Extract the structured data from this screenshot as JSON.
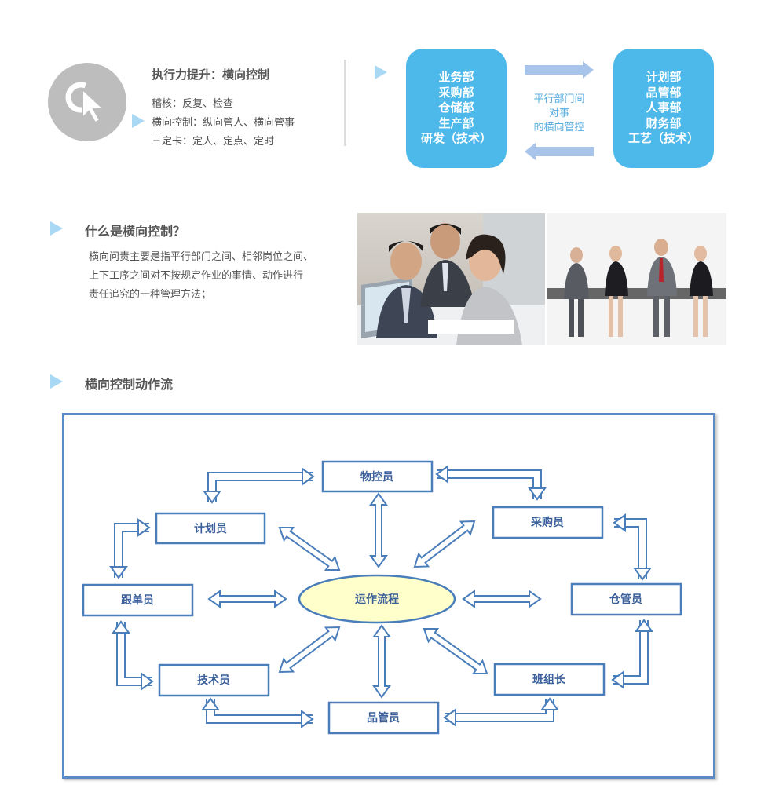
{
  "intro": {
    "title": "执行力提升：横向控制",
    "lines": [
      "稽核：反复、检查",
      "横向控制：纵向管人、横向管事",
      "三定卡：定人、定点、定时"
    ],
    "logo_icon": "cursor-click-icon"
  },
  "departments": {
    "left": [
      "业务部",
      "采购部",
      "仓储部",
      "生产部",
      "研发（技术）"
    ],
    "middle": [
      "平行部门间",
      "对事",
      "的横向管控"
    ],
    "right": [
      "计划部",
      "品管部",
      "人事部",
      "财务部",
      "工艺（技术）"
    ],
    "box_color": "#4db8ea",
    "arrow_color": "#a9c4ea"
  },
  "what_is": {
    "title": "什么是横向控制？",
    "lines": [
      "横向问责主要是指平行部门之间、相邻岗位之间、",
      "上下工序之间对不按规定作业的事情、动作进行",
      "责任追究的一种管理方法；"
    ]
  },
  "flow": {
    "title": "横向控制动作流",
    "center": "运作流程",
    "nodes": {
      "wukong": "物控员",
      "jihua": "计划员",
      "caigou": "采购员",
      "gendan": "跟单员",
      "cangguan": "仓管员",
      "jishu": "技术员",
      "banzu": "班组长",
      "pinguan": "品管员"
    },
    "line_color": "#4a7ebb",
    "center_fill": "#ffffcc"
  }
}
